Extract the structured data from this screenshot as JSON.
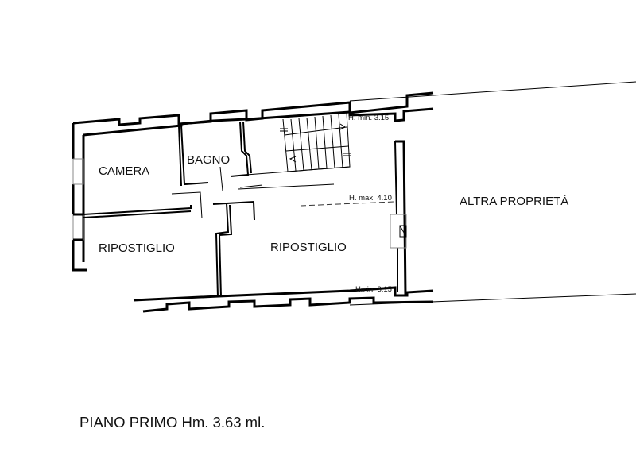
{
  "plan": {
    "title": "PIANO PRIMO Hm. 3.63 ml.",
    "rooms": [
      {
        "name": "CAMERA"
      },
      {
        "name": "BAGNO"
      },
      {
        "name": "RIPOSTIGLIO"
      },
      {
        "name": "RIPOSTIGLIO"
      }
    ],
    "adjacent": "ALTRA PROPRIETÀ",
    "annotations": {
      "height_min_top": "H. min. 3.15",
      "height_max": "H. max. 4.10",
      "height_min_bottom": "Hmin. 3.15"
    },
    "colors": {
      "background": "#ffffff",
      "line": "#000000"
    }
  }
}
